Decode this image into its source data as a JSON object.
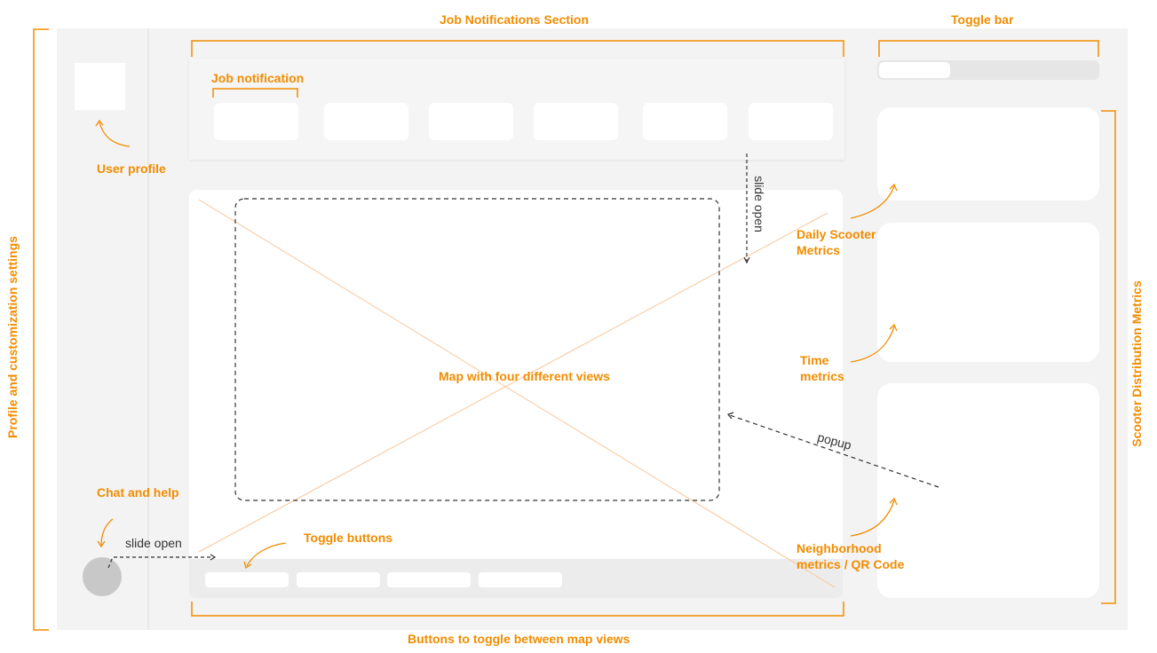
{
  "labels": {
    "job_notifications_section": "Job  Notifications Section",
    "toggle_bar": "Toggle bar",
    "job_notification": "Job notification",
    "user_profile": "User profile",
    "profile_settings": "Profile and customization settings",
    "scooter_distribution_metrics": "Scooter Distribution Metrics",
    "slide_open_right": "slide open",
    "slide_open_left": "slide open",
    "daily_scooter_metrics": [
      "Daily Scooter",
      "Metrics"
    ],
    "time_metrics": [
      "Time",
      "metrics"
    ],
    "neighborhood_metrics": [
      "Neighborhood",
      "metrics / QR Code"
    ],
    "map_placeholder": "Map with four different views",
    "popup": "popup",
    "chat_and_help": "Chat and help",
    "toggle_buttons": "Toggle buttons",
    "buttons_toggle_map_views": "Buttons to toggle between map views"
  },
  "colors": {
    "annotation": "#f28c00",
    "canvas": "#f3f3f3",
    "card": "#ffffff"
  }
}
